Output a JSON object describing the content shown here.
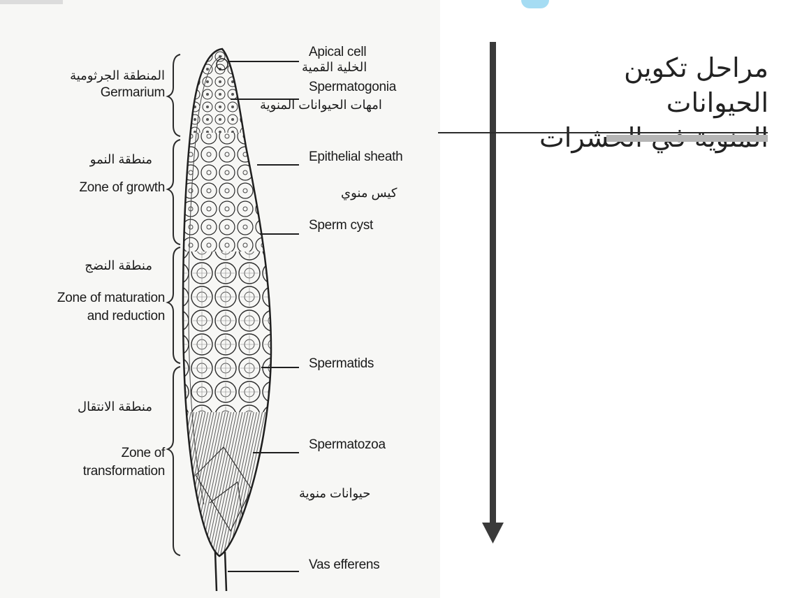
{
  "title": {
    "line1": "مراحل تكوين الحيوانات",
    "line2": "المنوية في الحشرات"
  },
  "right_labels": {
    "apical_cell": "Apical cell",
    "apical_cell_ar": "الخلية القمية",
    "spermatogonia": "Spermatogonia",
    "spermatogonia_ar": "امهات الحيوانات المنوية",
    "epithelial_sheath": "Epithelial sheath",
    "sperm_cyst_ar": "كيس منوي",
    "sperm_cyst": "Sperm cyst",
    "spermatids": "Spermatids",
    "spermatozoa": "Spermatozoa",
    "spermatozoa_ar": "حيوانات منوية",
    "vas_efferens": "Vas efferens"
  },
  "left_labels": {
    "germarium_ar": "المنطقة الجرثومية",
    "germarium": "Germarium",
    "growth_ar": "منطقة النمو",
    "growth": "Zone of growth",
    "maturation_ar": "منطقة النضج",
    "maturation_1": "Zone of maturation",
    "maturation_2": "and reduction",
    "transformation_ar": "منطقة الانتقال",
    "transformation_1": "Zone of",
    "transformation_2": "transformation"
  },
  "colors": {
    "arrow": "#3a3a3a",
    "title_underline_bar": "#b5b5b5",
    "drawing_ink": "#2a2a2a"
  },
  "icons": {
    "progression": "down-arrow-icon"
  }
}
